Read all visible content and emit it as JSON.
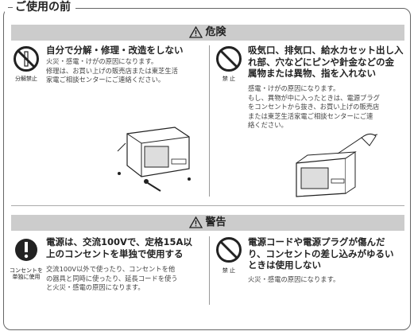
{
  "page": {
    "title": "ご使用の前"
  },
  "danger": {
    "label": "危険",
    "left": {
      "icon_label": "分解禁止",
      "heading": "自分で分解・修理・改造をしない",
      "body": [
        "火災・感電・けがの原因になります。",
        "修理は、お買い上げの販売店または東芝生活",
        "家電ご相談センターにご連絡ください。"
      ]
    },
    "right": {
      "icon_label": "禁 止",
      "heading": [
        "吸気口、排気口、給水カセット出し入",
        "れ部、穴などにピンや針金などの金",
        "属物または異物、指を入れない"
      ],
      "body": [
        "感電・けがの原因になります。",
        "もし、異物が中に入ったときは、電源プラグ",
        "をコンセントから抜き、お買い上げの販売店",
        "または東芝生活家電ご相談センターにご連",
        "絡ください。"
      ]
    }
  },
  "warning": {
    "label": "警告",
    "left": {
      "icon_label": [
        "コンセントを",
        "単独に使用"
      ],
      "heading": [
        "電源は、交流100Vで、定格15A以",
        "上のコンセントを単独で使用する"
      ],
      "body": [
        "交流100V以外で使ったり、コンセントを他",
        "の器具と同時に使ったり、延長コードを使う",
        "と火災・感電の原因になります。"
      ]
    },
    "right": {
      "icon_label": "禁 止",
      "heading": [
        "電源コードや電源プラグが傷んだ",
        "り、コンセントの差し込みがゆるい",
        "ときは使用しない"
      ],
      "body": [
        "火災・感電の原因になります。"
      ]
    }
  }
}
